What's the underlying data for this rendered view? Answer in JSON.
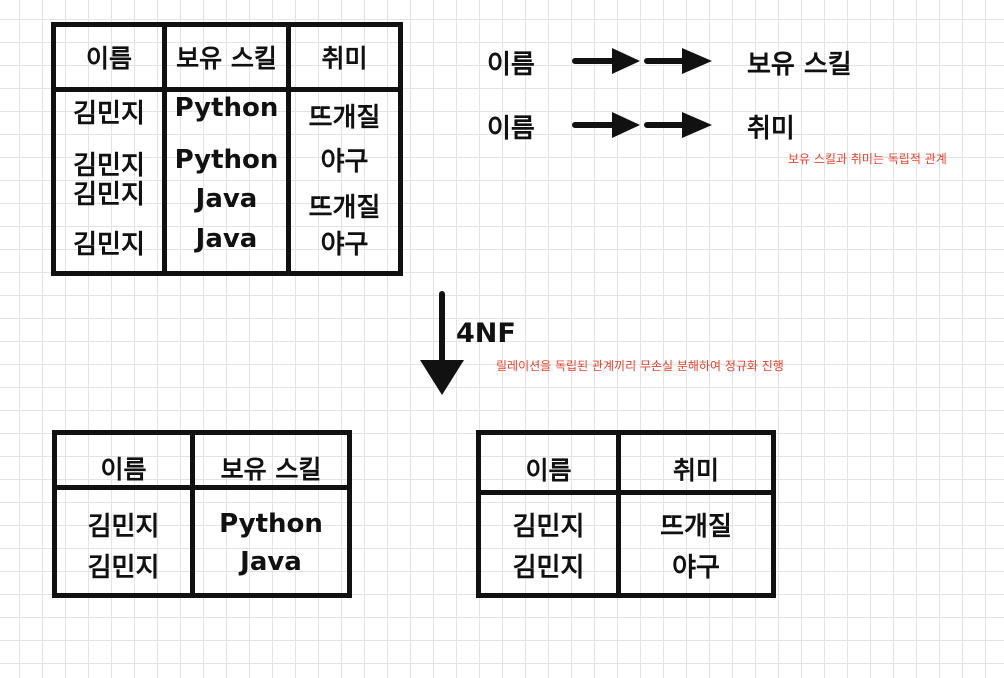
{
  "top_table": {
    "headers": [
      "이름",
      "보유 스킬",
      "취미"
    ],
    "rows": [
      [
        "김민지",
        "Python",
        "뜨개질"
      ],
      [
        "김민지",
        "Python",
        "야구"
      ],
      [
        "김민지",
        "Java",
        "뜨개질"
      ],
      [
        "김민지",
        "Java",
        "야구"
      ]
    ]
  },
  "dependencies": [
    {
      "from": "이름",
      "to": "보유 스킬"
    },
    {
      "from": "이름",
      "to": "취미"
    }
  ],
  "dependency_note": "보유 스킬과 취미는 독립적 관계",
  "normalization": {
    "label": "4NF",
    "note": "릴레이션을 독립된 관계끼리 무손실 분해하여 정규화 진행"
  },
  "skill_table": {
    "headers": [
      "이름",
      "보유 스킬"
    ],
    "rows": [
      [
        "김민지",
        "Python"
      ],
      [
        "김민지",
        "Java"
      ]
    ]
  },
  "hobby_table": {
    "headers": [
      "이름",
      "취미"
    ],
    "rows": [
      [
        "김민지",
        "뜨개질"
      ],
      [
        "김민지",
        "야구"
      ]
    ]
  }
}
